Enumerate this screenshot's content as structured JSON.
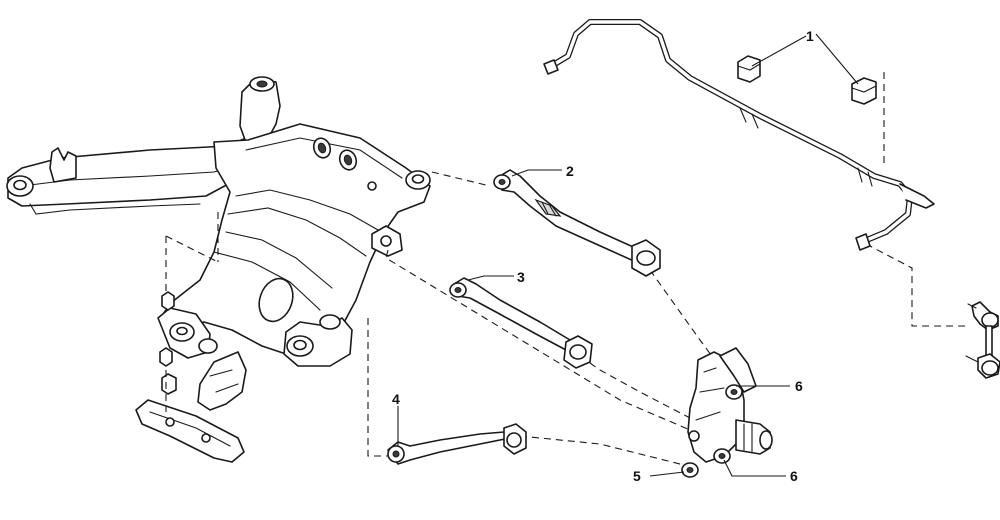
{
  "callouts": {
    "stabilizer_bushing": "1",
    "upper_link": "2",
    "lower_link": "3",
    "toe_link": "4",
    "knuckle_bushing_lower": "5",
    "knuckle_bushing_upper": "6",
    "knuckle_bushing_rear": "6"
  }
}
